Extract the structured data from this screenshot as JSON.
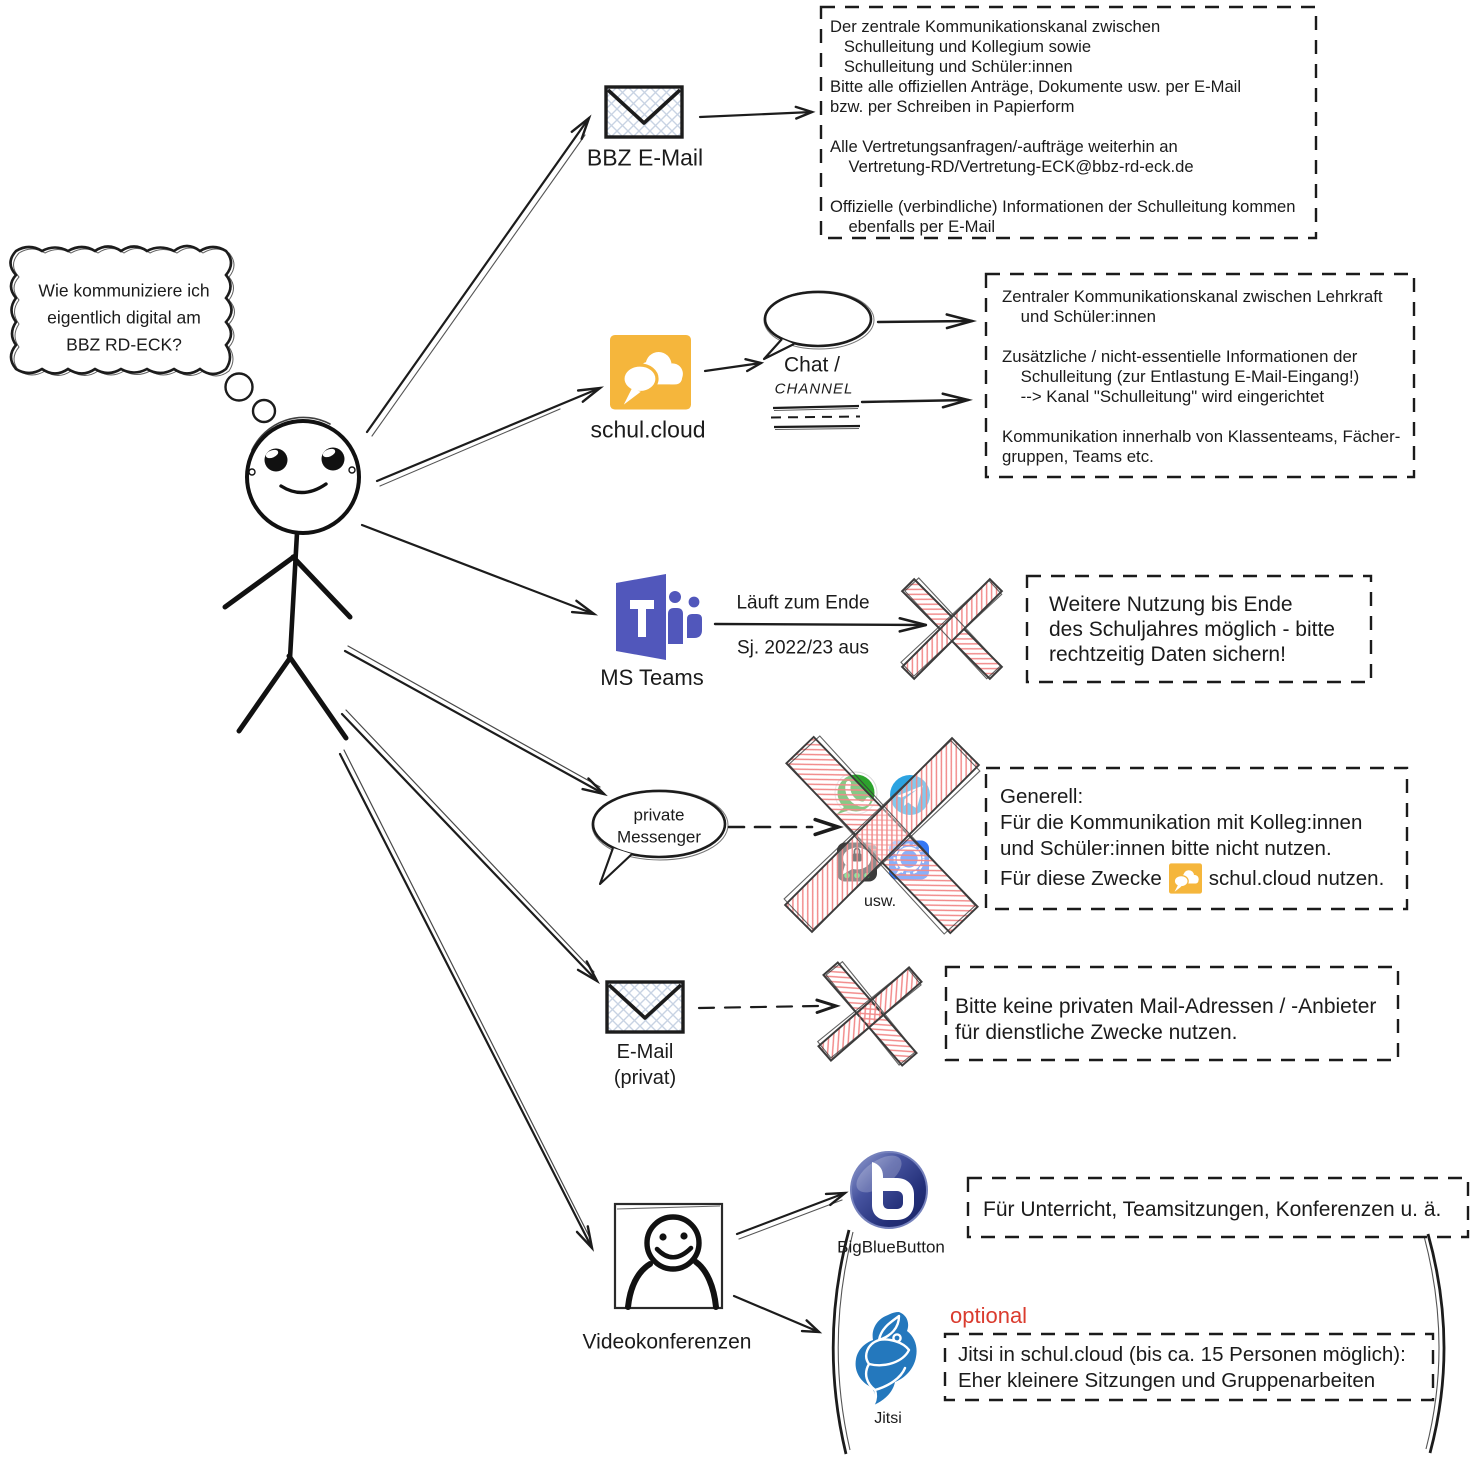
{
  "thought": {
    "lines": [
      "Wie kommuniziere ich",
      "eigentlich digital am",
      "BBZ RD-ECK?"
    ]
  },
  "channels": {
    "bbz_email": {
      "label": "BBZ E-Mail"
    },
    "schul_cloud": {
      "label": "schul.cloud"
    },
    "chat": {
      "line1": "Chat /",
      "line2": "CHANNEL"
    },
    "ms_teams": {
      "label": "MS Teams",
      "note_top": "Läuft zum Ende",
      "note_bottom": "Sj. 2022/23 aus"
    },
    "messenger": {
      "bubble_line1": "private",
      "bubble_line2": "Messenger",
      "etc_label": "usw."
    },
    "email_private": {
      "label_line1": "E-Mail",
      "label_line2": "(privat)"
    },
    "video": {
      "label": "Videokonferenzen",
      "bigbluebutton_label": "BigBlueButton",
      "jitsi_label": "Jitsi",
      "optional_label": "optional"
    }
  },
  "boxes": {
    "bbz_email": {
      "lines": [
        "Der zentrale Kommunikationskanal zwischen",
        "   Schulleitung und Kollegium sowie",
        "   Schulleitung und Schüler:innen",
        "Bitte alle offiziellen Anträge, Dokumente usw. per E-Mail",
        "bzw. per Schreiben in Papierform",
        "",
        "Alle Vertretungsanfragen/-aufträge weiterhin an",
        "    Vertretung-RD/Vertretung-ECK@bbz-rd-eck.de",
        "",
        "Offizielle (verbindliche) Informationen der Schulleitung kommen",
        "    ebenfalls per E-Mail"
      ]
    },
    "schul_cloud": {
      "lines": [
        "Zentraler Kommunikationskanal zwischen Lehrkraft",
        "    und Schüler:innen",
        "",
        "Zusätzliche / nicht-essentielle Informationen der",
        "    Schulleitung (zur Entlastung E-Mail-Eingang!)",
        "    --> Kanal \"Schulleitung\" wird eingerichtet",
        "",
        "Kommunikation innerhalb von Klassenteams, Fächer-",
        "gruppen, Teams etc."
      ]
    },
    "ms_teams": {
      "lines": [
        "Weitere Nutzung bis Ende",
        "des Schuljahres möglich - bitte",
        "rechtzeitig Daten sichern!"
      ]
    },
    "messenger": {
      "lines": [
        "Generell:",
        "Für die Kommunikation mit Kolleg:innen",
        "und Schüler:innen bitte nicht nutzen."
      ],
      "line4_before": "Für diese Zwecke",
      "line4_after": "schul.cloud nutzen."
    },
    "email_private": {
      "lines": [
        "Bitte keine privaten Mail-Adressen / -Anbieter",
        "für dienstliche Zwecke nutzen."
      ]
    },
    "video_bbb": {
      "line": "Für Unterricht, Teamsitzungen, Konferenzen u. ä."
    },
    "video_jitsi": {
      "lines": [
        "Jitsi in schul.cloud (bis ca. 15 Personen möglich):",
        "Eher kleinere Sitzungen und Gruppenarbeiten"
      ]
    }
  },
  "icons": {
    "bbz_email_icon": "envelope-icon",
    "schul_cloud_icon": "schulcloud-cloud-chat-icon",
    "ms_teams_icon": "ms-teams-icon",
    "whatsapp_icon": "whatsapp-icon",
    "telegram_icon": "telegram-icon",
    "threema_icon": "threema-icon",
    "signal_icon": "signal-icon",
    "email_private_icon": "envelope-icon",
    "video_icon": "webcam-person-icon",
    "bigbluebutton_icon": "bigbluebutton-icon",
    "jitsi_icon": "jitsi-icon",
    "crossed_out": "red-hatched-x"
  },
  "colors": {
    "ink": "#1b1b1b",
    "teams_purple": "#5157BB",
    "schulcloud_yellow": "#F5B63C",
    "whatsapp_green": "#2DA32D",
    "telegram_blue": "#2CA3E1",
    "threema_dark": "#3A3A3A",
    "signal_blue": "#3377F6",
    "bbb_navy": "#27347F",
    "jitsi_blue": "#2478BD",
    "x_red": "#F37E7E",
    "optional_red": "#DA3B2E",
    "envelope_hatch": "#C8D3E3"
  }
}
